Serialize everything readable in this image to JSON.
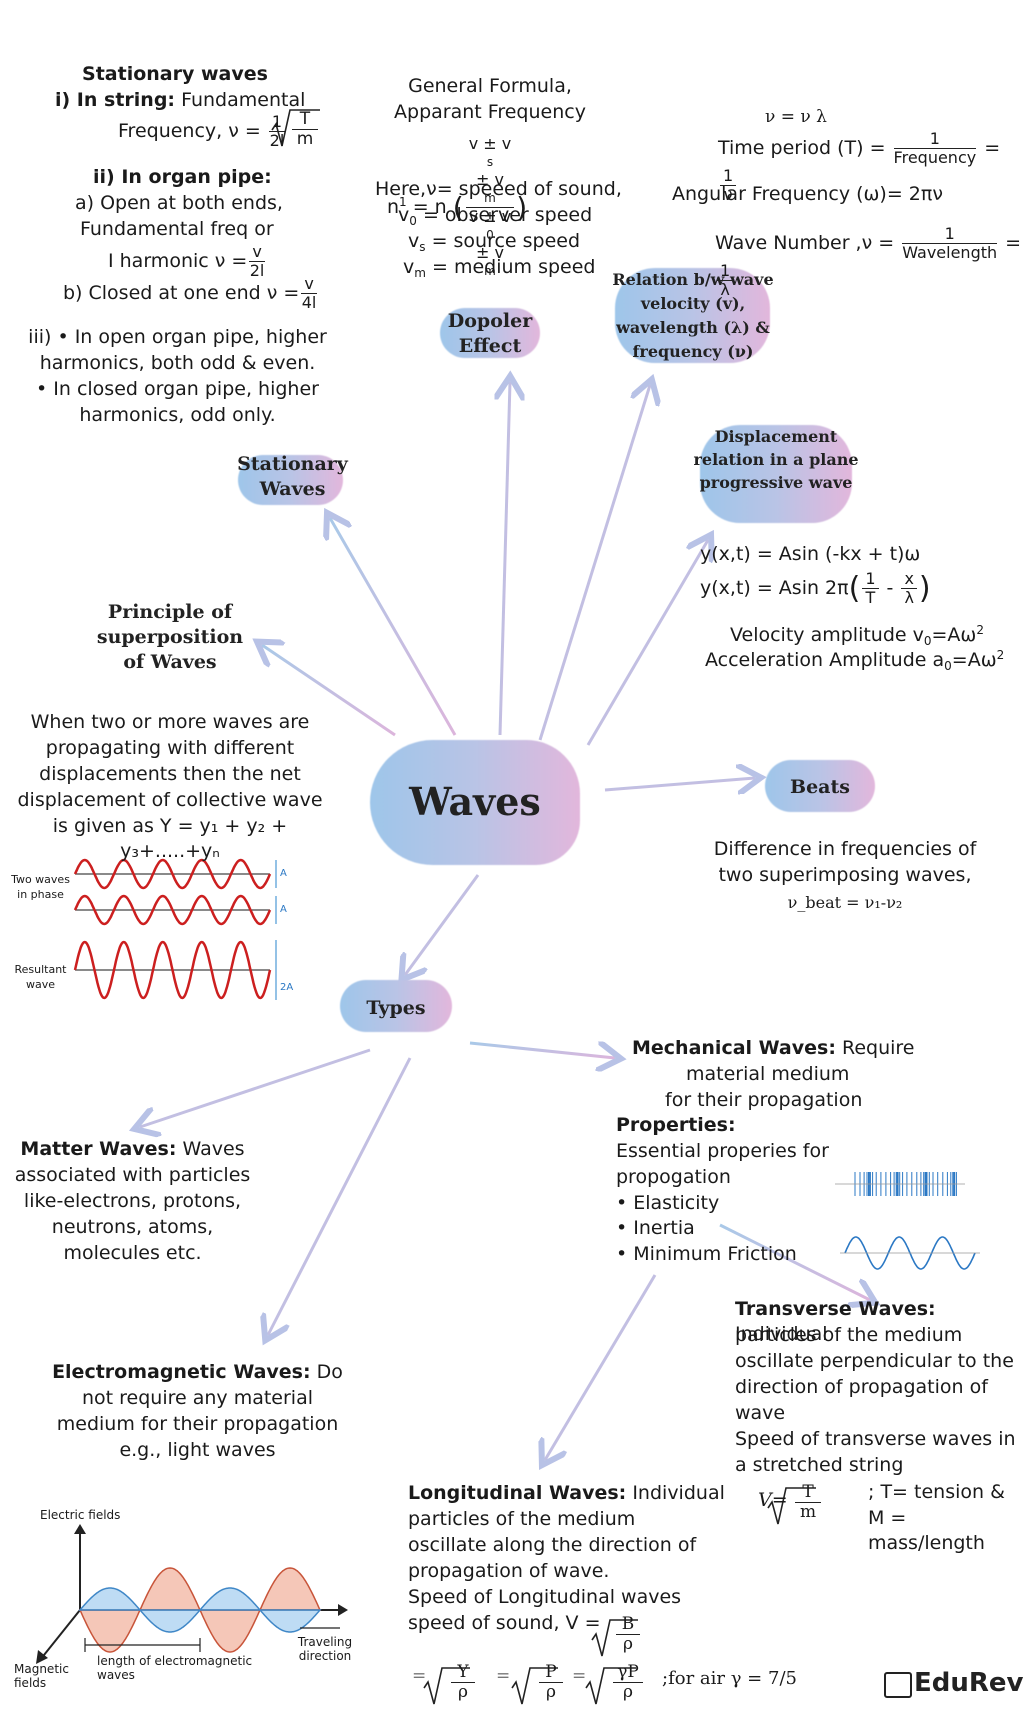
{
  "center": {
    "title": "Waves"
  },
  "nodes": {
    "stationary": "Stationary Waves",
    "doppler": "Dopoler Effect",
    "relation": "Relation b/w wave velocity (v), wavelength (λ) & frequency (ν)",
    "displacement": "Displacement relation in a plane progressive wave",
    "superposition": "Principle of superposition of Waves",
    "beats": "Beats",
    "types": "Types"
  },
  "stationary_text": {
    "heading": "Stationary waves",
    "string_label": "i) In string:",
    "string_text": "Fundamental",
    "freq_prefix": "Frequency, ν =",
    "organ_label": "ii) In organ pipe:",
    "open_a": "a) Open at both ends,",
    "open_b": "Fundamental freq or",
    "open_c": "I harmonic ν =",
    "closed": "b) Closed at one end  ν =",
    "iii_1": "iii) • In open organ pipe, higher",
    "iii_2": "harmonics, both odd & even.",
    "iii_3": "• In closed organ pipe, higher",
    "iii_4": "harmonics, odd only."
  },
  "doppler_text": {
    "l1": "General Formula,",
    "l2": "Apparant Frequency",
    "l3": "Here,ν= speeed of sound,",
    "l4": "= observer speed",
    "l5": "= source speed",
    "l6": "= medium speed"
  },
  "relation_text": {
    "l1": "ν = ν λ",
    "l2": "Time period (T) =",
    "l2_den": "Frequency",
    "l3": "Angular Frequency (ω)= 2πν",
    "l4": "Wave Number ,ν =",
    "l4_den": "Wavelength"
  },
  "displacement_text": {
    "l1": "y(x,t) = Asin (-kx + t)ω",
    "l2": "y(x,t) = Asin 2π",
    "l3": "Velocity amplitude v",
    "l3b": "=Aω",
    "l4": "Acceleration Amplitude a",
    "l4b": "=Aω"
  },
  "superposition_text": {
    "l1": "When two or more waves are",
    "l2": "propagating with different",
    "l3": "displacements then the net",
    "l4": "displacement of collective wave",
    "l5": "is given as Y = y₁ + y₂ + y₃+.....+yₙ",
    "fig_phase": "Two waves in phase",
    "fig_result": "Resultant wave",
    "fig_A": "A",
    "fig_2A": "2A"
  },
  "beats_text": {
    "l1": "Difference in frequencies of",
    "l2": "two superimposing waves,",
    "l3": "ν_beat = ν₁-ν₂"
  },
  "mechanical_text": {
    "label": "Mechanical Waves:",
    "l1": "Require",
    "l2": "material medium",
    "l3": "for their propagation",
    "props": "Properties:",
    "p1": "Essential properies for",
    "p2": "propogation",
    "p3": "• Elasticity",
    "p4": "• Inertia",
    "p5": "• Minimum Friction"
  },
  "matter_text": {
    "label": "Matter Waves:",
    "l1": "Waves",
    "l2": "associated with particles",
    "l3": "like-electrons, protons,",
    "l4": "neutrons, atoms,",
    "l5": "molecules etc."
  },
  "em_text": {
    "label": "Electromagnetic Waves:",
    "l1": "Do",
    "l2": "not require any material",
    "l3": "medium for their propagation",
    "l4": "e.g., light waves",
    "fig_electric": "Electric fields",
    "fig_magnetic": "Magnetic fields",
    "fig_length": "length of electromagnetic waves",
    "fig_travel": "Traveling direction"
  },
  "transverse_text": {
    "label": "Transverse Waves:",
    "l1": "Individual",
    "l2": "particles of the medium",
    "l3": "oscillate perpendicular to the",
    "l4": "direction of propagation of",
    "l5": "wave",
    "l6": "Speed of transverse waves in",
    "l7": "a stretched string",
    "formula_note1": "; T= tension &",
    "formula_note2": "M = mass/length"
  },
  "longitudinal_text": {
    "label": "Longitudinal Waves:",
    "l1": "Individual",
    "l2": "particles of the medium",
    "l3": "oscillate along the direction of",
    "l4": "propagation of wave.",
    "l5": "Speed of Longitudinal waves",
    "l6": "speed of sound, V =",
    "air": ";for air γ = 7/5"
  },
  "brand": {
    "name": "EduRev"
  },
  "colors": {
    "arrow_blue": "#a9c9e8",
    "arrow_pink": "#dcb5dc",
    "wave_red": "#cc1f1f",
    "wave_blue": "#2b78c4"
  }
}
